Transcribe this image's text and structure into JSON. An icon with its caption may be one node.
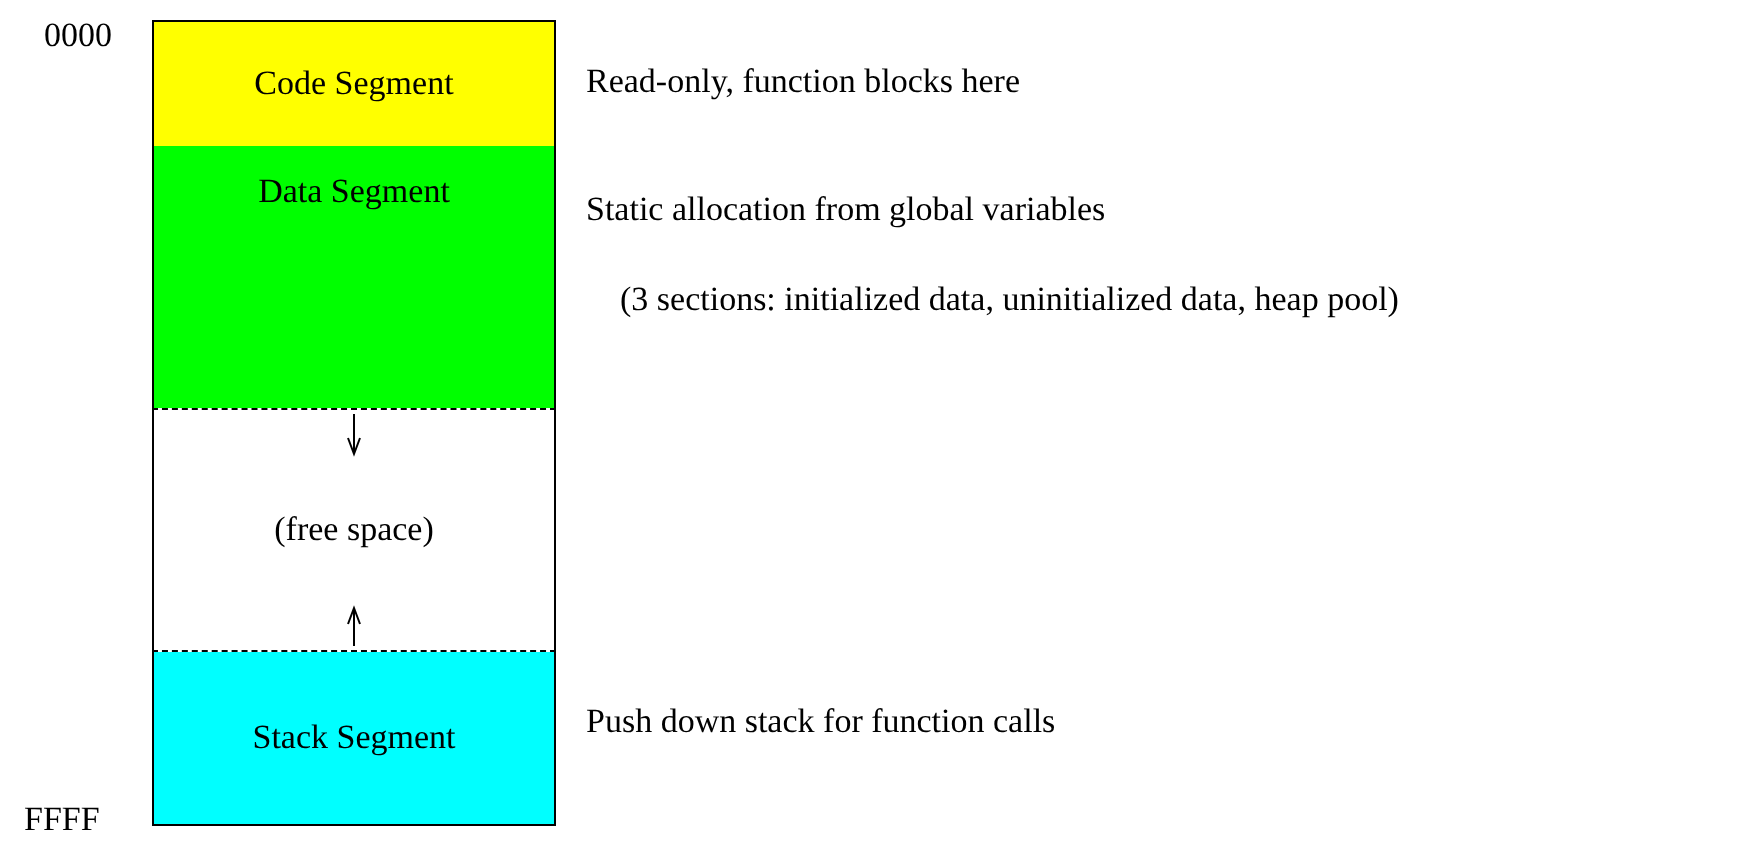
{
  "diagram": {
    "nodes": [
      {
        "text": [
          "Code Segment"
        ],
        "beside": [
          "Read-only, function blocks here"
        ]
      },
      {
        "text": [
          "Data Segment"
        ],
        "beside": [
          "Static allocation from global variables",
          "(3 sections: initialized data, uninitialized data, heap pool)"
        ]
      },
      {
        "text": [
          "(free space)"
        ]
      },
      {
        "text": [
          "Stack Segment"
        ],
        "beside": [
          "Push down stack for function calls"
        ]
      }
    ],
    "labels": [
      "0000",
      "FFFF"
    ]
  }
}
